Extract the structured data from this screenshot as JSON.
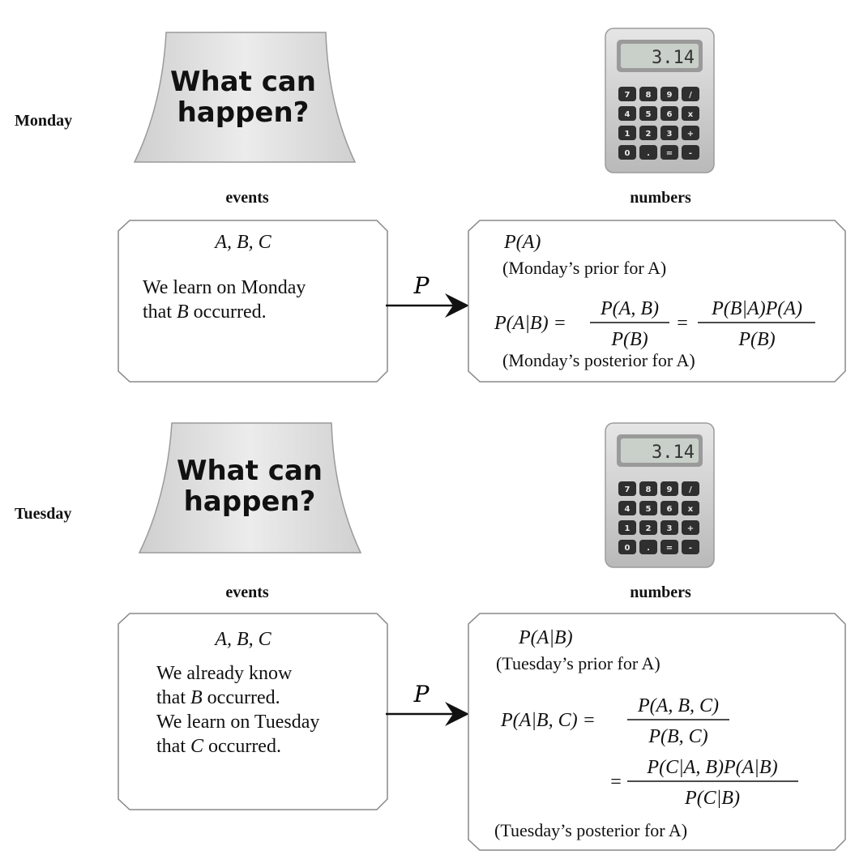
{
  "monday": {
    "day_label": "Monday",
    "sign_line1": "What can",
    "sign_line2": "happen?",
    "calc_display": "3.14",
    "events_label": "events",
    "numbers_label": "numbers",
    "arrow_label": "P",
    "events_vars": "A, B, C",
    "events_text1": "We learn on Monday",
    "events_text2_pre": "that ",
    "events_text2_var": "B",
    "events_text2_post": " occurred.",
    "prior_expr": "P(A)",
    "prior_caption": "(Monday’s prior for A)",
    "posterior_lhs": "P(A|B) =",
    "frac1_num": "P(A, B)",
    "frac1_den": "P(B)",
    "eq2": "=",
    "frac2_num": "P(B|A)P(A)",
    "frac2_den": "P(B)",
    "posterior_caption": "(Monday’s posterior for A)"
  },
  "tuesday": {
    "day_label": "Tuesday",
    "sign_line1": "What can",
    "sign_line2": "happen?",
    "calc_display": "3.14",
    "events_label": "events",
    "numbers_label": "numbers",
    "arrow_label": "P",
    "events_vars": "A, B, C",
    "events_text1": "We already know",
    "events_text2_pre": "that ",
    "events_text2_var": "B",
    "events_text2_post": " occurred.",
    "events_text3": "We learn on Tuesday",
    "events_text4_pre": "that ",
    "events_text4_var": "C",
    "events_text4_post": " occurred.",
    "prior_expr": "P(A|B)",
    "prior_caption": "(Tuesday’s prior for A)",
    "posterior_lhs": "P(A|B, C) =",
    "frac1_num": "P(A, B, C)",
    "frac1_den": "P(B, C)",
    "eq2": "=",
    "frac2_num": "P(C|A, B)P(A|B)",
    "frac2_den": "P(C|B)",
    "posterior_caption": "(Tuesday’s posterior for A)"
  },
  "calculator_keys": [
    "7",
    "8",
    "9",
    "/",
    "4",
    "5",
    "6",
    "x",
    "1",
    "2",
    "3",
    "+",
    "0",
    ".",
    "=",
    "-"
  ]
}
